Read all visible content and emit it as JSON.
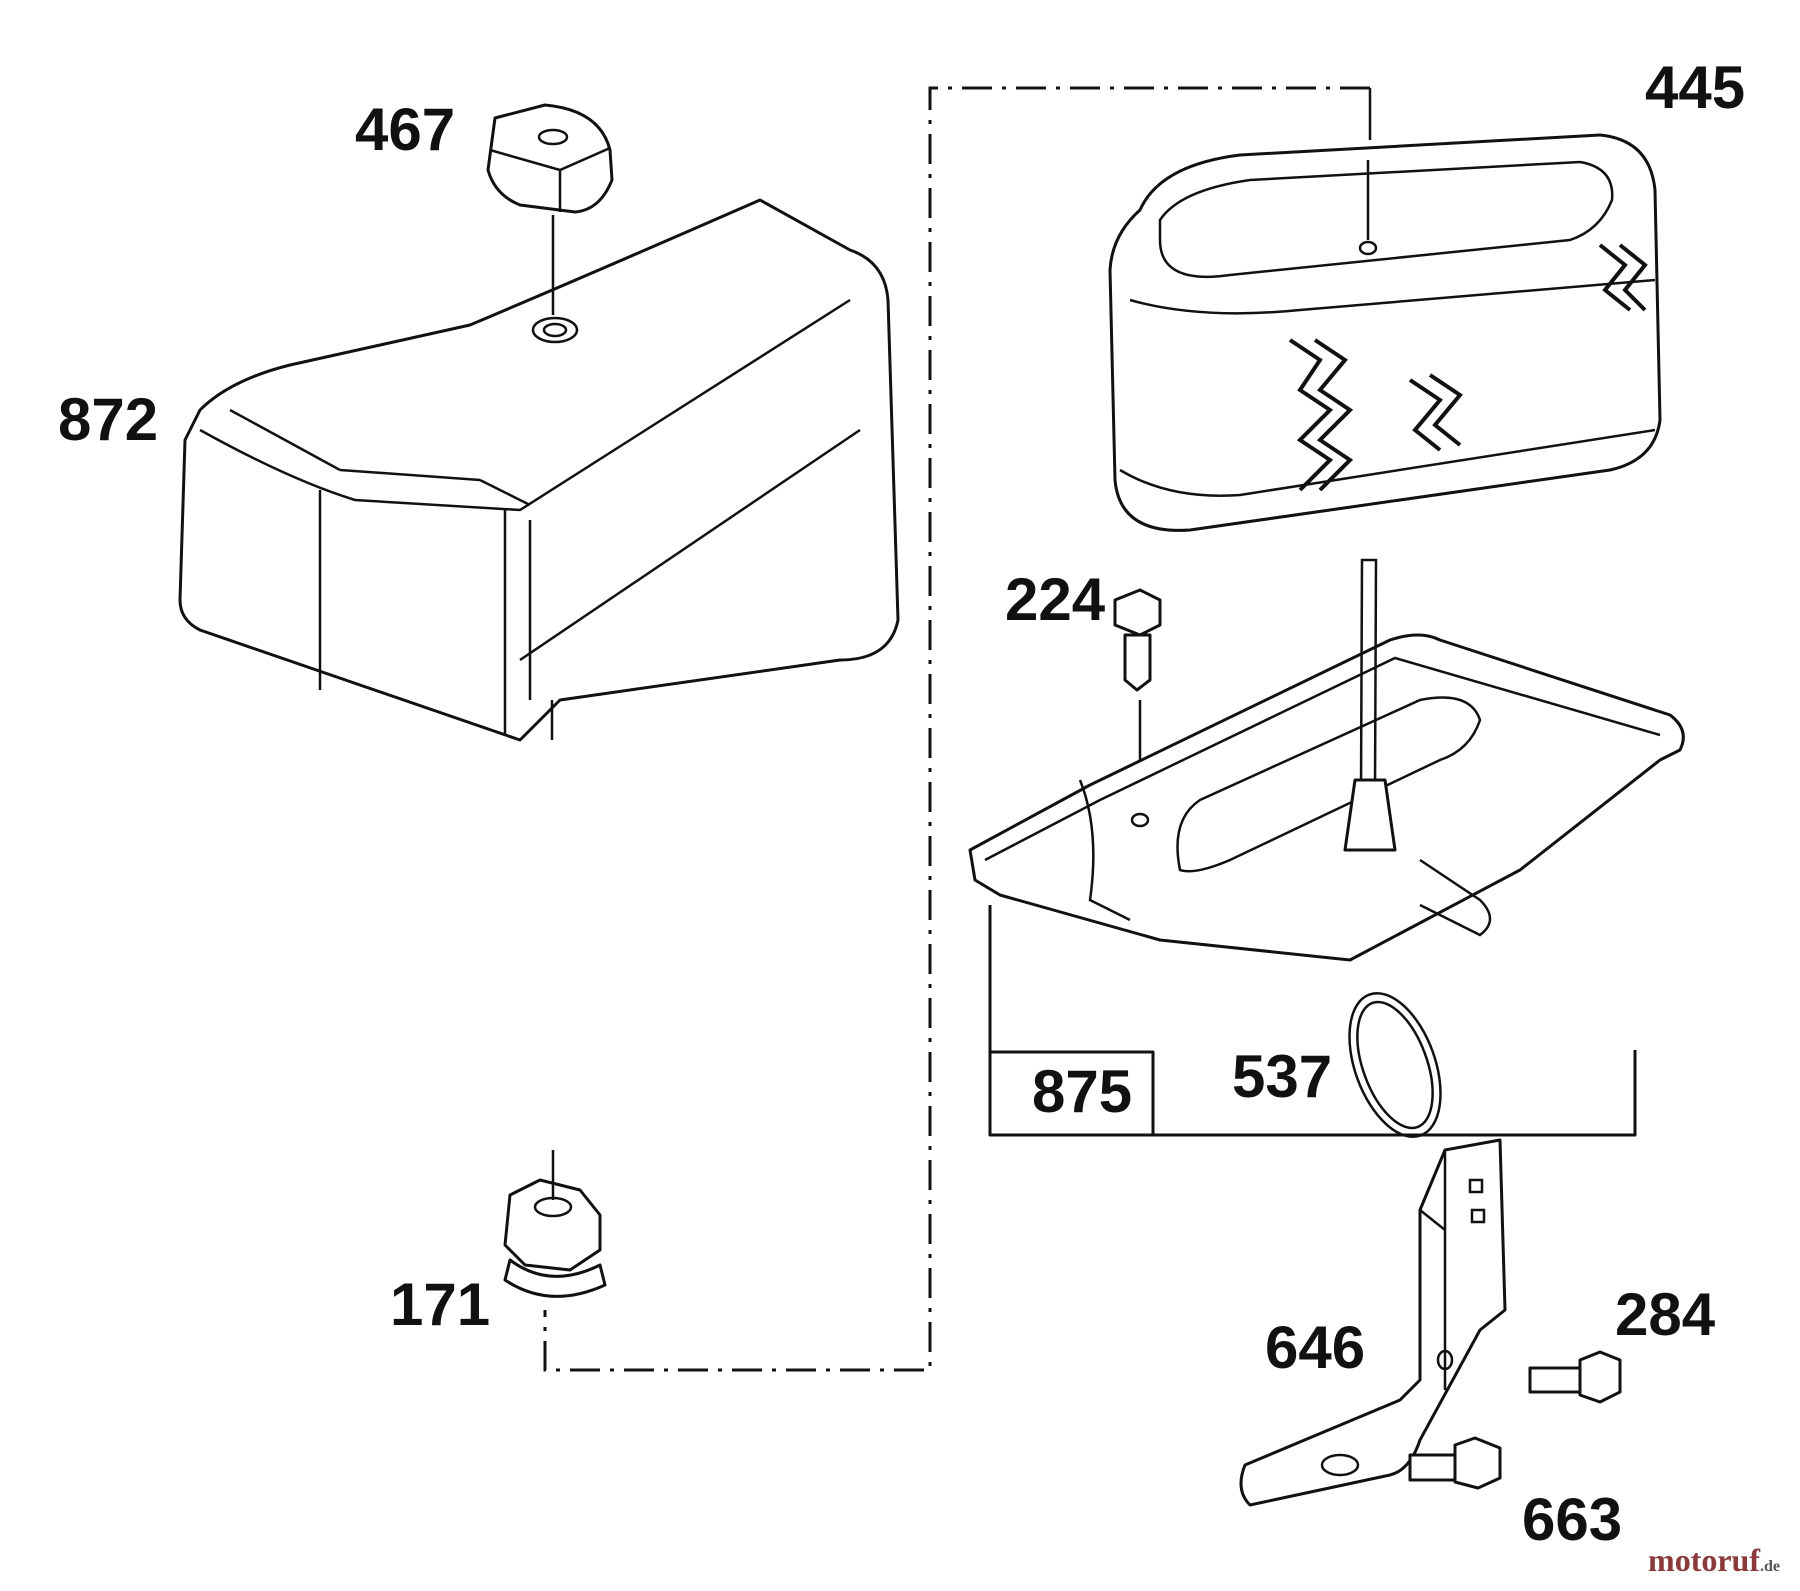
{
  "parts": [
    {
      "id": "part-467",
      "label": "467",
      "description": "knob"
    },
    {
      "id": "part-872",
      "label": "872",
      "description": "air cleaner cover"
    },
    {
      "id": "part-445",
      "label": "445",
      "description": "air filter cartridge"
    },
    {
      "id": "part-224",
      "label": "224",
      "description": "screw"
    },
    {
      "id": "part-875",
      "label": "875",
      "description": "air cleaner base assembly"
    },
    {
      "id": "part-537",
      "label": "537",
      "description": "seal"
    },
    {
      "id": "part-171",
      "label": "171",
      "description": "grommet"
    },
    {
      "id": "part-646",
      "label": "646",
      "description": "bracket"
    },
    {
      "id": "part-284",
      "label": "284",
      "description": "screw"
    },
    {
      "id": "part-663",
      "label": "663",
      "description": "screw"
    }
  ],
  "watermark": {
    "name": "motoruf",
    "tld": ".de"
  }
}
